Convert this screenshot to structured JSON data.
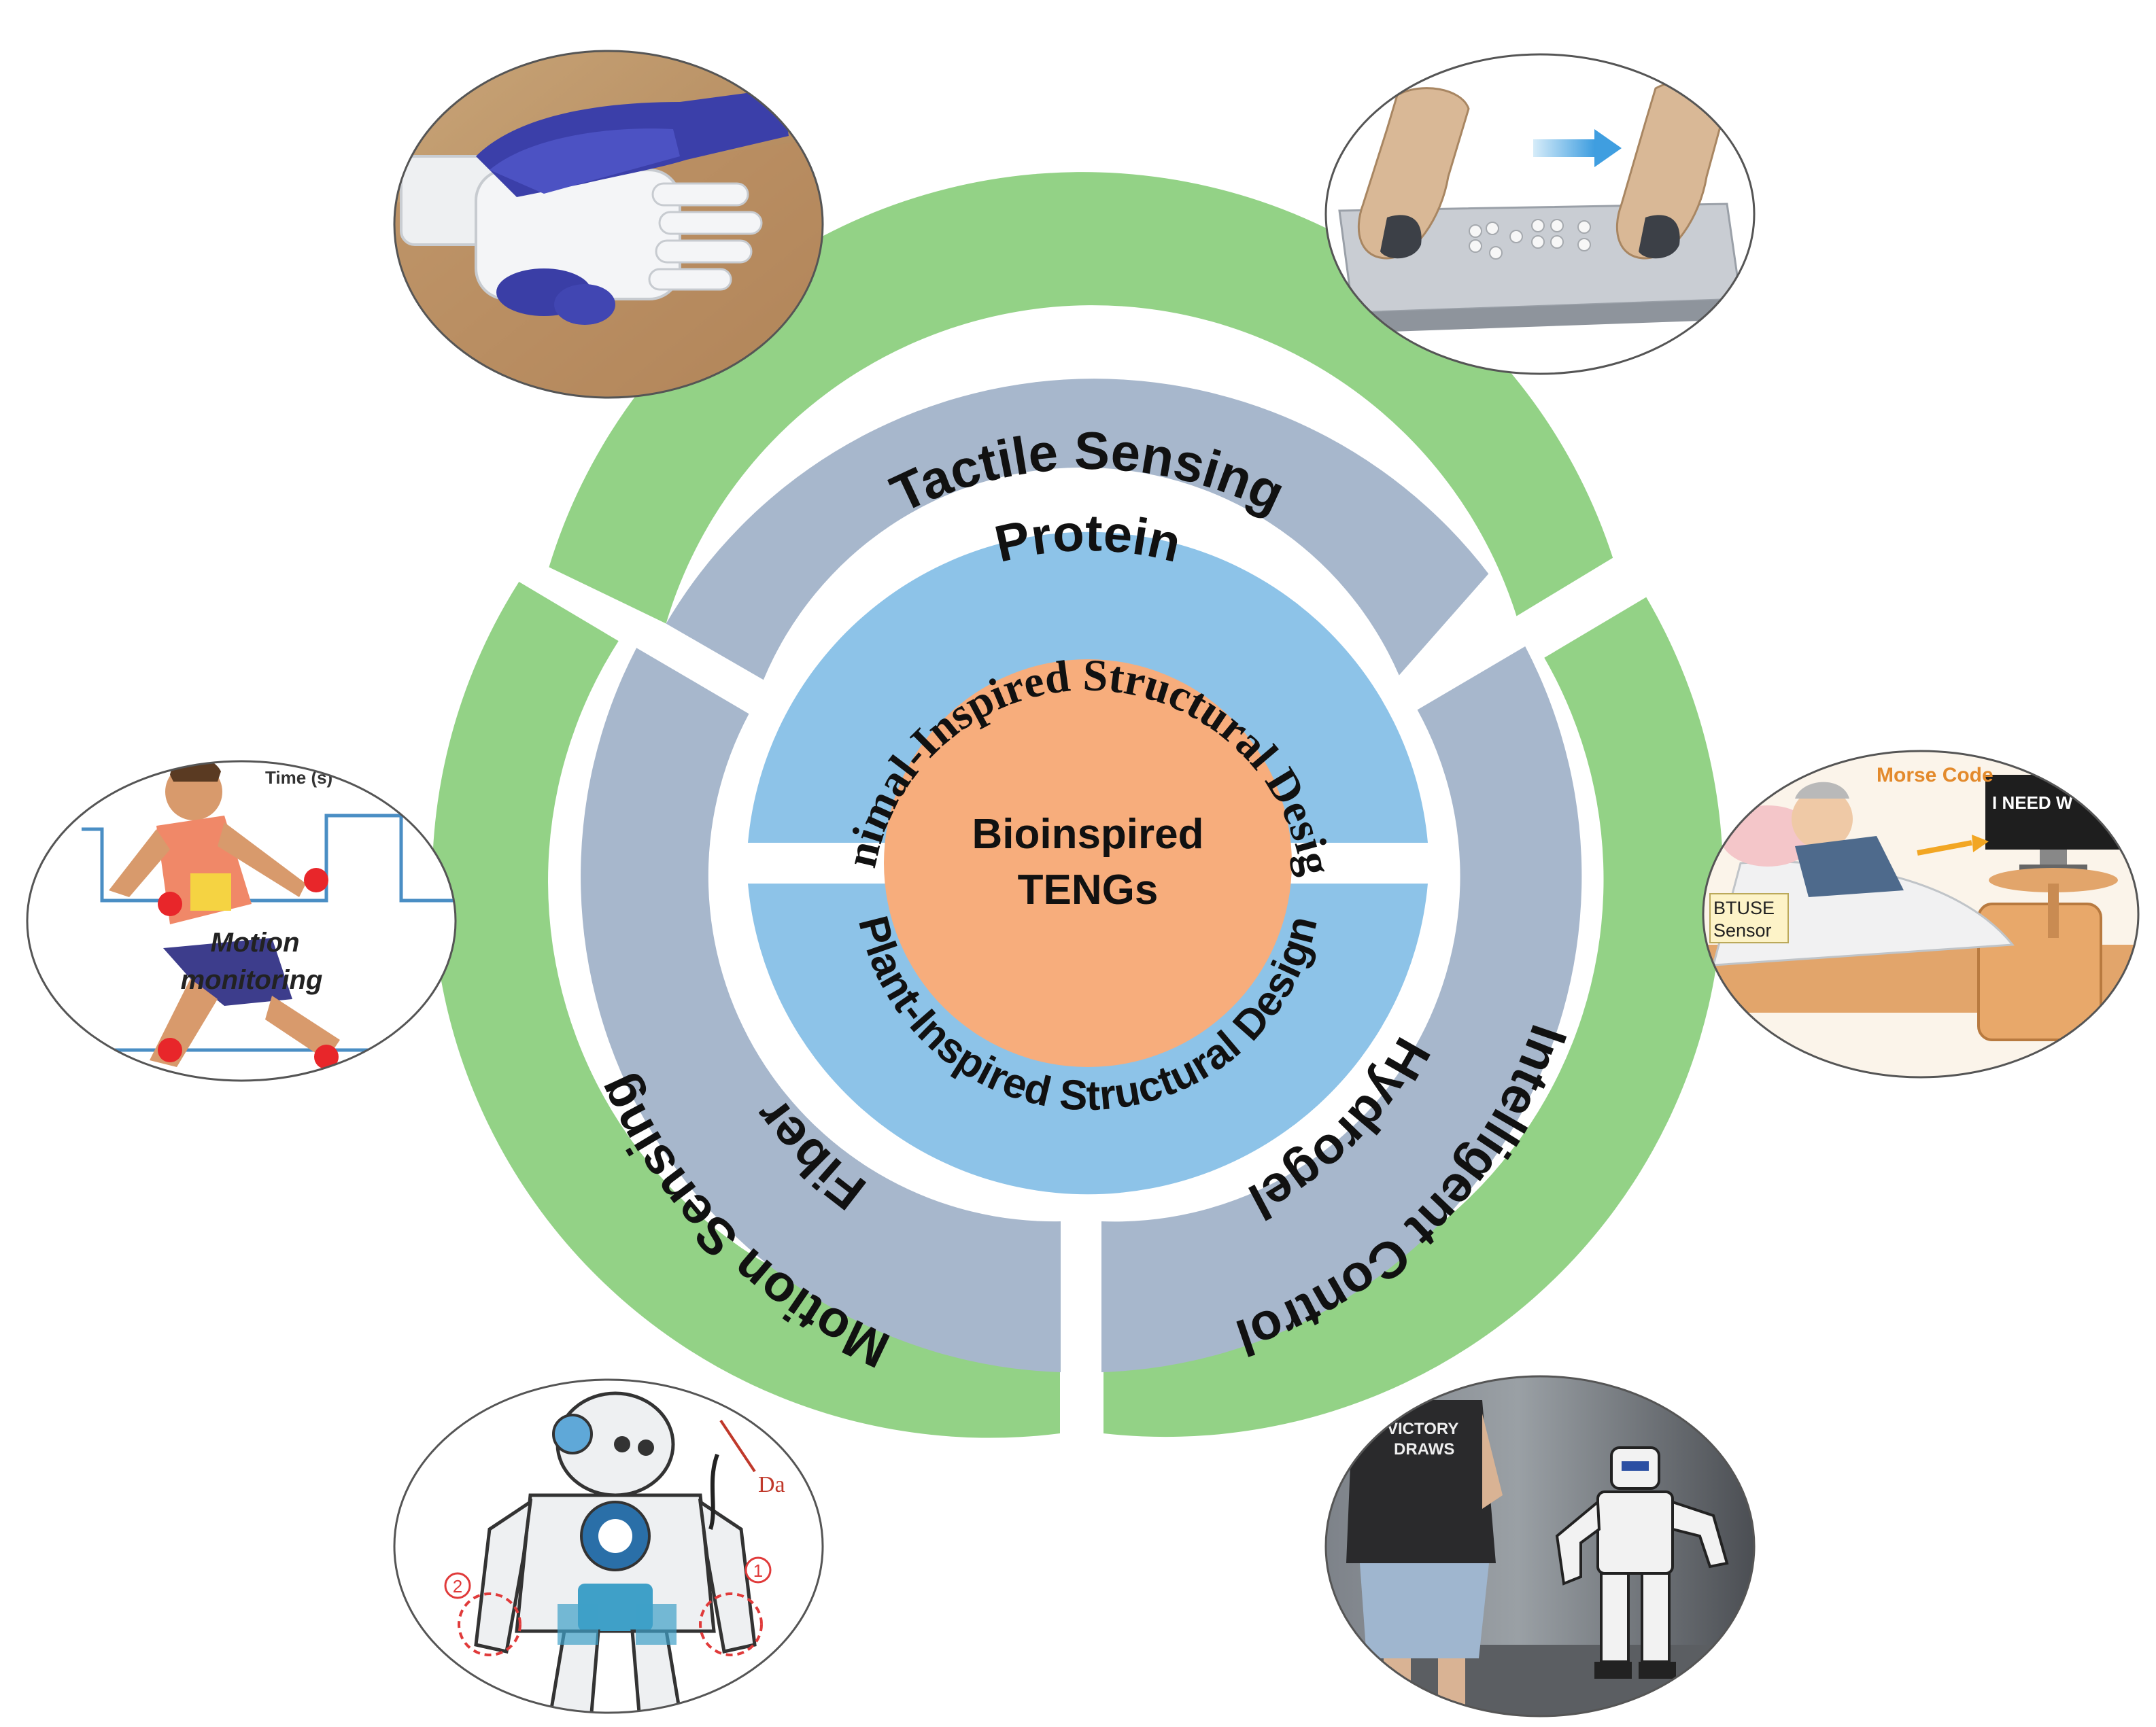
{
  "center": {
    "line1": "Bioinspired",
    "line2": "TENGs",
    "color": "#F7AD7C"
  },
  "design_ring": {
    "top": "Animal-Inspired Structural Design",
    "bottom": "Plant-Inspired Structural Design",
    "color": "#8DC3E8"
  },
  "material_ring": {
    "top": "Protein",
    "left": "Fiber",
    "right": "Hydrogel",
    "color": "#A7B7CC"
  },
  "application_ring": {
    "top": "Tactile Sensing",
    "left": "Motion Sensing",
    "right": "Intelligent Control",
    "color": "#93D286"
  },
  "photos": {
    "top_left": {
      "icon": "robot-hand-gloved-handshake"
    },
    "top_right": {
      "icon": "robotic-finger-braille-reading",
      "annotation": ""
    },
    "mid_left": {
      "icon": "runner-motion-monitoring",
      "axis_label": "Time (s)",
      "caption_line1": "Motion",
      "caption_line2": "monitoring"
    },
    "mid_right": {
      "icon": "patient-bed-morse-code",
      "label_top": "Morse Code",
      "monitor_text": "I NEED W",
      "sensor_line1": "BTUSE",
      "sensor_line2": "Sensor"
    },
    "bottom_left": {
      "icon": "humanoid-robot-sensors",
      "label": "Da",
      "marker_1": "1",
      "marker_2": "2"
    },
    "bottom_right": {
      "icon": "person-and-humanoid-robot",
      "shirt_text1": "VICTORY",
      "shirt_text2": "DRAWS"
    }
  }
}
